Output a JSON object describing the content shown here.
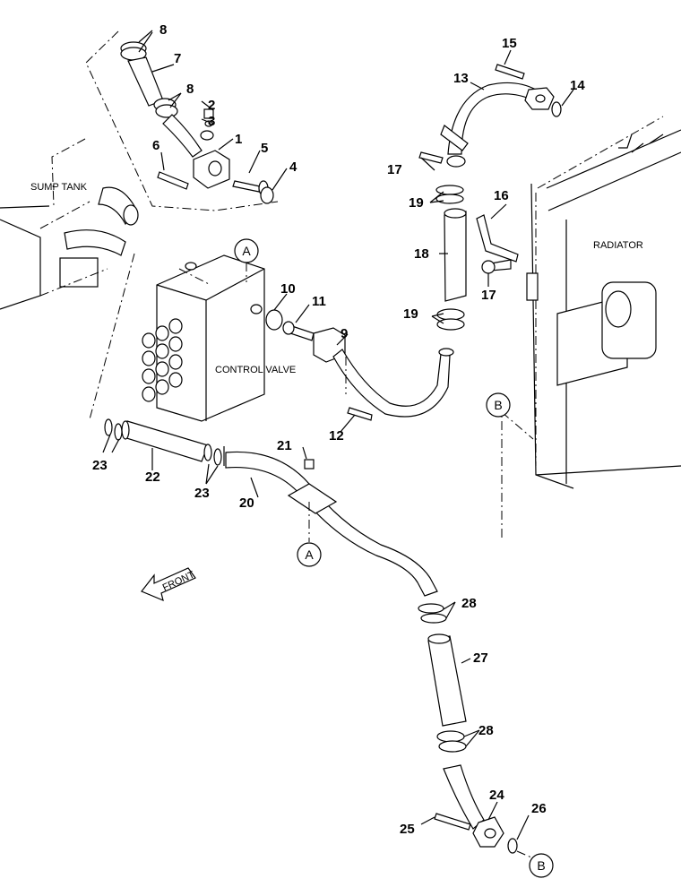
{
  "labels": {
    "sump_tank": "SUMP TANK",
    "control_valve": "CONTROL VALVE",
    "radiator": "RADIATOR",
    "front": "FRONT"
  },
  "callouts": {
    "a_top": "A",
    "a_bottom": "A",
    "b_right": "B",
    "b_bottom": "B"
  },
  "parts": {
    "p1": "1",
    "p2": "2",
    "p3": "3",
    "p4": "4",
    "p5": "5",
    "p6": "6",
    "p7": "7",
    "p8a": "8",
    "p8b": "8",
    "p9": "9",
    "p10": "10",
    "p11": "11",
    "p12": "12",
    "p13": "13",
    "p14": "14",
    "p15": "15",
    "p16": "16",
    "p17a": "17",
    "p17b": "17",
    "p18": "18",
    "p19a": "19",
    "p19b": "19",
    "p20": "20",
    "p21": "21",
    "p22": "22",
    "p23a": "23",
    "p23b": "23",
    "p24": "24",
    "p25": "25",
    "p26": "26",
    "p27": "27",
    "p28a": "28",
    "p28b": "28"
  }
}
